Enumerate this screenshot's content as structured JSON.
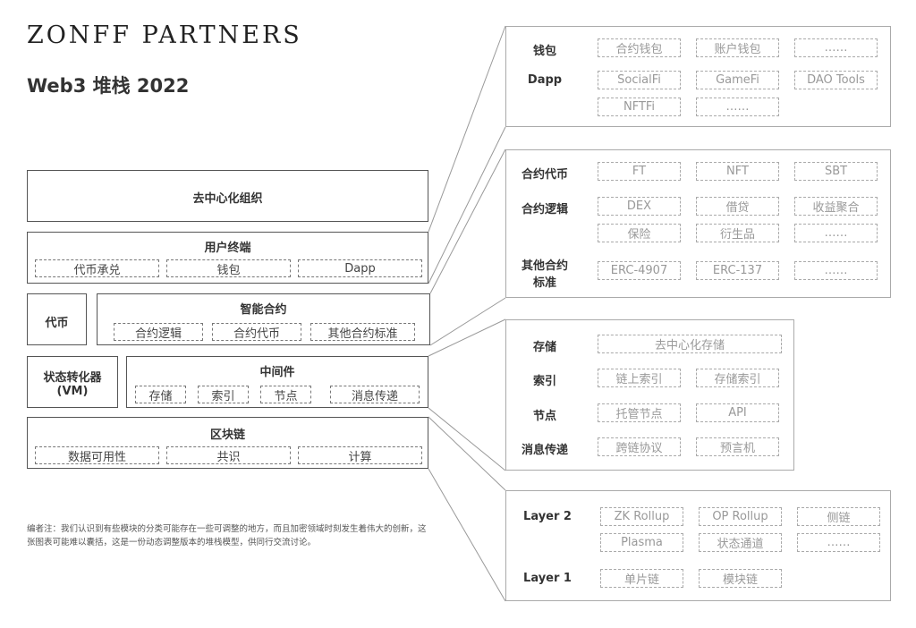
{
  "brand": "ZONFF PARTNERS",
  "title": "Web3 堆栈 2022",
  "note": "编者注：我们认识到有些模块的分类可能存在一些可调整的地方，而且加密领域时刻发生着伟大的创新，这张图表可能难以囊括，这是一份动态调整版本的堆栈模型，供同行交流讨论。",
  "stack": {
    "dao": "去中心化组织",
    "terminal": {
      "title": "用户终端",
      "items": [
        "代币承兑",
        "钱包",
        "Dapp"
      ]
    },
    "token": "代币",
    "contracts": {
      "title": "智能合约",
      "items": [
        "合约逻辑",
        "合约代币",
        "其他合约标准"
      ]
    },
    "vm": {
      "line1": "状态转化器",
      "line2": "(VM)"
    },
    "middleware": {
      "title": "中间件",
      "items": [
        "存储",
        "索引",
        "节点",
        "消息传递"
      ]
    },
    "blockchain": {
      "title": "区块链",
      "items": [
        "数据可用性",
        "共识",
        "计算"
      ]
    }
  },
  "panels": {
    "wallet_dapp": {
      "rows": [
        {
          "label": "钱包",
          "items": [
            "合约钱包",
            "账户钱包",
            "……"
          ]
        },
        {
          "label": "Dapp",
          "items": [
            "SocialFi",
            "GameFi",
            "DAO Tools",
            "NFTFi",
            "……"
          ]
        }
      ]
    },
    "contract": {
      "rows": [
        {
          "label": "合约代币",
          "items": [
            "FT",
            "NFT",
            "SBT"
          ]
        },
        {
          "label": "合约逻辑",
          "items": [
            "DEX",
            "借贷",
            "收益聚合",
            "保险",
            "衍生品",
            "……"
          ]
        },
        {
          "label_line1": "其他合约",
          "label_line2": "标准",
          "items": [
            "ERC-4907",
            "ERC-137",
            "……"
          ]
        }
      ]
    },
    "middleware": {
      "rows": [
        {
          "label": "存储",
          "items": [
            "去中心化存储"
          ]
        },
        {
          "label": "索引",
          "items": [
            "链上索引",
            "存储索引"
          ]
        },
        {
          "label": "节点",
          "items": [
            "托管节点",
            "API"
          ]
        },
        {
          "label": "消息传递",
          "items": [
            "跨链协议",
            "预言机"
          ]
        }
      ]
    },
    "layers": {
      "rows": [
        {
          "label": "Layer 2",
          "items": [
            "ZK Rollup",
            "OP Rollup",
            "侧链",
            "Plasma",
            "状态通道",
            "……"
          ]
        },
        {
          "label": "Layer 1",
          "items": [
            "单片链",
            "模块链"
          ]
        }
      ]
    }
  }
}
